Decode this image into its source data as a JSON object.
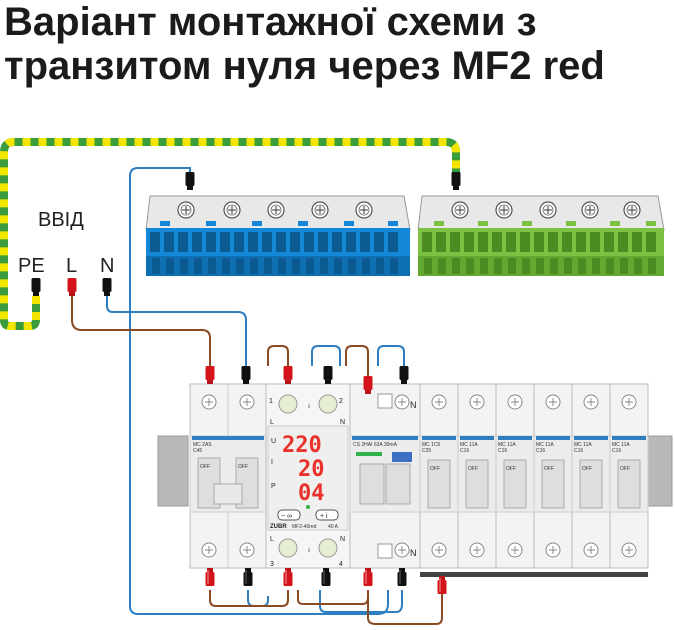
{
  "title": {
    "line1": "Варіант монтажної схеми з",
    "line2": "транзитом нуля через MF2 red"
  },
  "input": {
    "label": "ВВІД",
    "pe": "PE",
    "l": "L",
    "n": "N"
  },
  "breakers": {
    "main": {
      "model": "MC 2AS",
      "rating": "C45"
    },
    "rcd": {
      "model": "CS 2HAI 63A 30mA"
    },
    "group1": {
      "model": "MC 1C5",
      "rating": "C25"
    },
    "group2": {
      "model": "MC 11A",
      "rating": "C16"
    },
    "group3": {
      "model": "MC 11A",
      "rating": "C16"
    },
    "group4": {
      "model": "MC 11A",
      "rating": "C16"
    },
    "group5": {
      "model": "MC 11A",
      "rating": "C16"
    },
    "group6": {
      "model": "MC 11A",
      "rating": "C16"
    },
    "off_label": "OFF",
    "n_top": "N",
    "n_bottom": "N"
  },
  "relay": {
    "voltage": "220",
    "current": "20",
    "power": "04",
    "brand": "ZUBR",
    "model": "MF2-40red",
    "rating": "40 A",
    "label_u": "U",
    "label_i": "I",
    "label_p": "P",
    "term_1": "1",
    "term_2": "2",
    "term_3": "3",
    "term_4": "4",
    "term_l_top": "L",
    "term_n_top": "N",
    "term_l_bottom": "L",
    "term_n_bottom": "N",
    "btn_minus": "− ∞",
    "btn_plus": "+ i"
  },
  "colors": {
    "earth_yellow": "#f2e500",
    "earth_green": "#3a9c3a",
    "neutral_wire": "#2d7fc1",
    "phase_wire": "#8a4b22",
    "bus_blue": "#1587d8",
    "bus_green": "#7cc142",
    "display_red": "#e8322b"
  }
}
